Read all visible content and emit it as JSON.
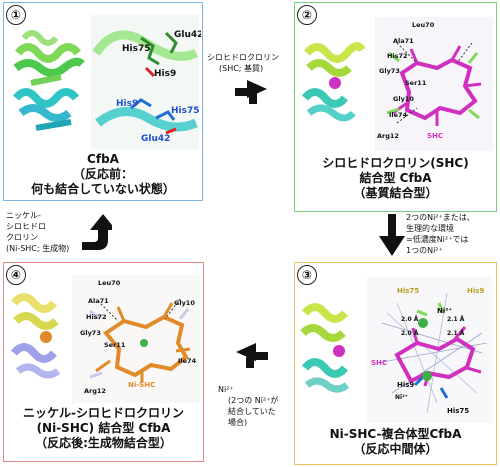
{
  "panels": [
    {
      "number": "①",
      "labels": [
        "His75",
        "Glu42",
        "His9",
        "His9",
        "His75",
        "Glu42"
      ],
      "caption": [
        "CfbA",
        "（反応前：",
        "何も結合していない状態）"
      ]
    },
    {
      "number": "②",
      "labels": [
        "Leu70",
        "Ala71",
        "His72",
        "Gly73",
        "Ser11",
        "Gly10",
        "Ile74",
        "Arg12",
        "SHC"
      ],
      "caption": [
        "シロヒドロクロリン(SHC)",
        "結合型 CfbA",
        "（基質結合型）"
      ]
    },
    {
      "number": "③",
      "labels": [
        "His75",
        "His9",
        "Ni²⁺",
        "2.0 Å",
        "2.1 Å",
        "2.0 Å",
        "2.1 Å",
        "SHC",
        "His9",
        "Ni²⁺",
        "His75"
      ],
      "caption": [
        "Ni-SHC-複合体型CfbA",
        "（反応中間体）"
      ]
    },
    {
      "number": "④",
      "labels": [
        "Leu70",
        "Ala71",
        "His72",
        "Gly73",
        "Ser11",
        "Gly10",
        "Ile74",
        "Arg12",
        "Ni-SHC"
      ],
      "caption": [
        "ニッケル-シロヒドロクロリン",
        "(Ni-SHC) 結合型 CfbA",
        "（反応後:生成物結合型）"
      ]
    }
  ],
  "arrows": {
    "a12": [
      "シロヒドロクロリン",
      "(SHC; 基質)"
    ],
    "a23": [
      "2つのNi²⁺または、",
      "生理的な環境",
      "=低濃度Ni²⁺では",
      "1つのNi²⁺"
    ],
    "a34": [
      "Ni²⁺",
      "(2つの Ni²⁺が",
      "結合していた",
      "場合)"
    ],
    "a41": [
      "ニッケル-",
      "シロヒドロ",
      "クロリン",
      "(Ni-SHC; 生成物)"
    ]
  },
  "colors": {
    "panel1_border": "#7fb3e0",
    "panel2_border": "#7ccd7c",
    "panel3_border": "#f0c060",
    "panel4_border": "#e58a8a",
    "shc_magenta": "#d030c0",
    "nishc_orange": "#e08a2a",
    "nickel_green": "#3cb043"
  }
}
